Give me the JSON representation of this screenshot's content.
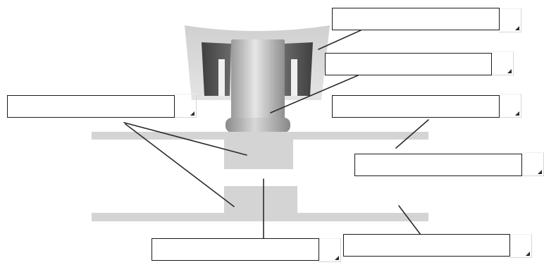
{
  "diagram": {
    "labels": [
      {
        "id": "label-1",
        "text": ""
      },
      {
        "id": "label-2",
        "text": ""
      },
      {
        "id": "label-3",
        "text": ""
      },
      {
        "id": "label-4",
        "text": ""
      },
      {
        "id": "label-5",
        "text": ""
      },
      {
        "id": "label-6",
        "text": ""
      },
      {
        "id": "label-7",
        "text": ""
      }
    ],
    "colors": {
      "plate": "#d4d4d4",
      "cap": "#d8d8d8",
      "cap_slot_dark": "#4a4a4a",
      "stem_light": "#e2e2e2",
      "stem_dark": "#9a9a9a",
      "leader_line": "#2b2b2b",
      "box_border": "#1a1a1a"
    }
  }
}
